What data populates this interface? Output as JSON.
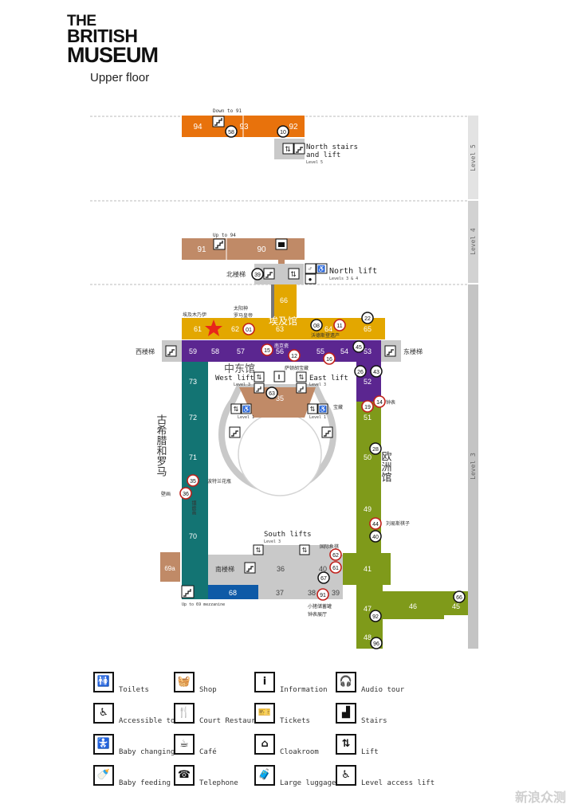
{
  "header": {
    "logo_line1": "THE",
    "logo_line2": "BRITISH",
    "logo_line3": "MUSEUM",
    "subtitle": "Upper floor"
  },
  "levels": {
    "level5": "Level 5",
    "level4": "Level 4",
    "level3": "Level 3"
  },
  "colors": {
    "orange": "#E8720C",
    "brown": "#C08A67",
    "gold": "#E3A700",
    "purple": "#5B2690",
    "teal": "#137473",
    "green": "#7F9A1A",
    "blue": "#0E5AA7",
    "grey": "#C9C9C9"
  },
  "labels": {
    "down_to_91": "Down to 91",
    "up_to_94": "Up to 94",
    "north_stairs": "North stairs",
    "and_lift": "and lift",
    "level5_small": "Level 5",
    "north_lift": "North lift",
    "levels_3_4": "Levels 3 & 4",
    "north_stair_cn": "北楼梯",
    "west_stair_cn": "西楼梯",
    "east_stair_cn": "东楼梯",
    "south_stair_cn": "南楼梯",
    "west_lift": "West lift",
    "east_lift": "East lift",
    "level3_small": "Level 3",
    "level1_small": "Level 1",
    "south_lifts": "South lifts",
    "up_to_69": "Up to 69 mezzanine",
    "egypt_cn": "埃及馆",
    "middle_east_cn": "中东馆",
    "greece_rome_cn": "古希腊和罗马",
    "europe_cn": "欧洲馆",
    "mummy_cn": "埃及木乃伊",
    "sun_god_cn": "太阳神",
    "nanjing_cn": "南京瓷",
    "sutton_hoo_cn": "萨顿胡宝藏",
    "lewis_cn": "刘易斯棋子",
    "clock_cn": "钟表",
    "waddesdon_cn": "沃德斯登遗产",
    "portland_vase_cn": "波特兰花瓶",
    "mosaic_cn": "镶嵌画",
    "bust_cn": "罗马皇帝",
    "wallpaper_cn": "壁画",
    "treasure_cn": "宝藏",
    "chess_cn": "国际象棋",
    "lady_cn": "小猪储蓄罐",
    "watch_cn": "钟表展厅"
  },
  "legend": [
    {
      "icon": "toilets-icon",
      "glyph": "🚻",
      "label": "Toilets"
    },
    {
      "icon": "shop-icon",
      "glyph": "🧺",
      "label": "Shop"
    },
    {
      "icon": "information-icon",
      "glyph": "i",
      "label": "Information"
    },
    {
      "icon": "audio-tour-icon",
      "glyph": "🎧",
      "label": "Audio tour"
    },
    {
      "icon": "accessible-toilet-icon",
      "glyph": "♿",
      "label": "Accessible toilet"
    },
    {
      "icon": "court-restaurant-icon",
      "glyph": "🍴",
      "label": "Court Restaurant"
    },
    {
      "icon": "tickets-icon",
      "glyph": "🎫",
      "label": "Tickets"
    },
    {
      "icon": "stairs-icon",
      "glyph": "▟",
      "label": "Stairs"
    },
    {
      "icon": "baby-changing-icon",
      "glyph": "🚼",
      "label": "Baby changing"
    },
    {
      "icon": "cafe-icon",
      "glyph": "☕",
      "label": "Café"
    },
    {
      "icon": "cloakroom-icon",
      "glyph": "⌂",
      "label": "Cloakroom"
    },
    {
      "icon": "lift-icon",
      "glyph": "⇅",
      "label": "Lift"
    },
    {
      "icon": "baby-feeding-icon",
      "glyph": "🍼",
      "label": "Baby feeding"
    },
    {
      "icon": "telephone-icon",
      "glyph": "☎",
      "label": "Telephone"
    },
    {
      "icon": "large-luggage-icon",
      "glyph": "🧳",
      "label": "Large luggage"
    },
    {
      "icon": "level-access-lift-icon",
      "glyph": "♿",
      "label": "Level access lift"
    }
  ],
  "watermark": "新浪众测"
}
